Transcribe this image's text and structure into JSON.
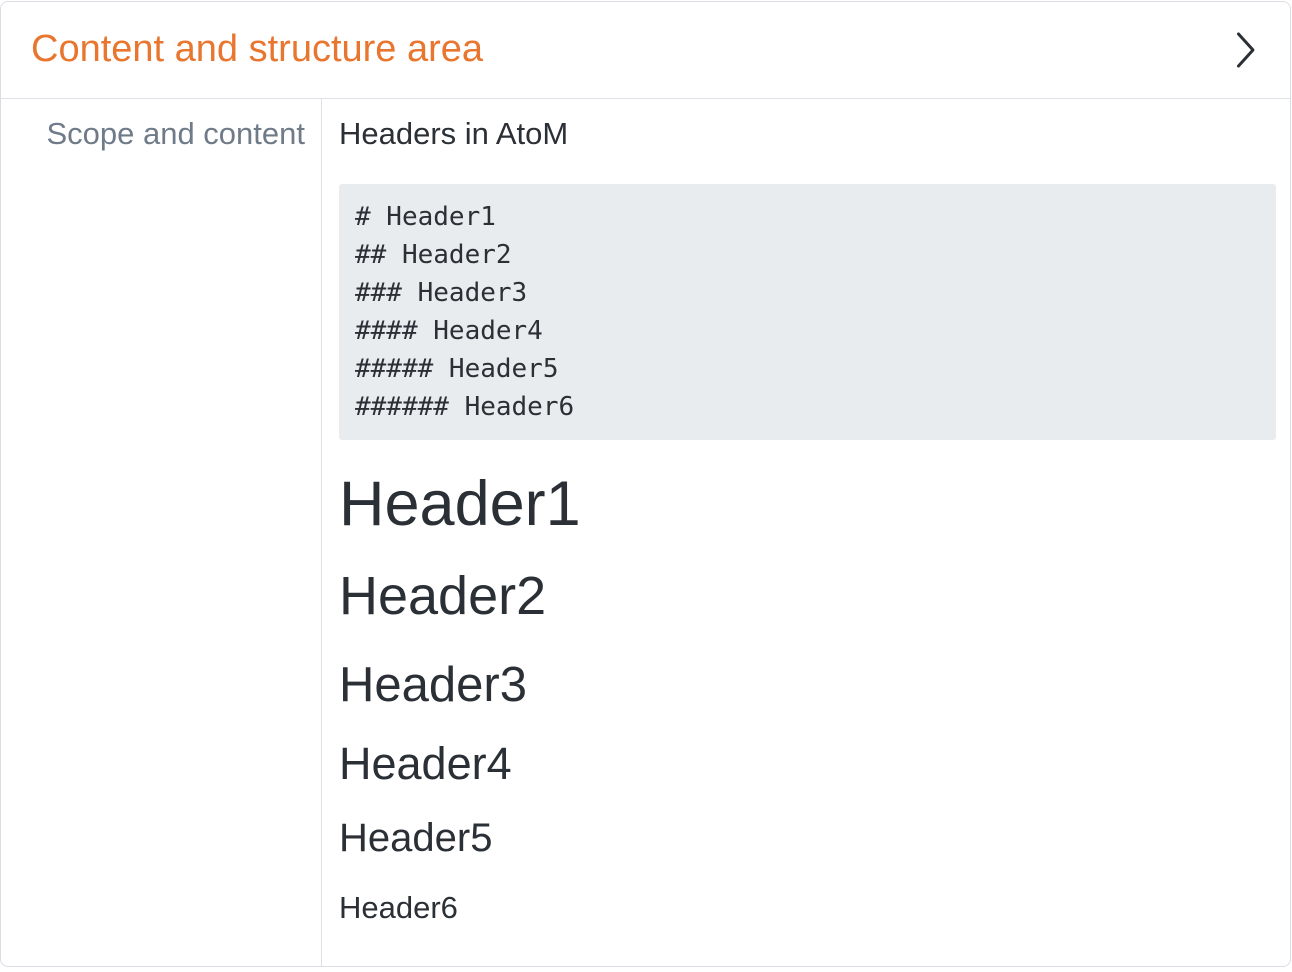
{
  "panel": {
    "header": {
      "title": "Content and structure area",
      "chevron_icon": "chevron-right"
    },
    "field": {
      "label": "Scope and content",
      "intro": "Headers in AtoM",
      "code_lines": [
        "# Header1",
        "## Header2",
        "### Header3",
        "#### Header4",
        "##### Header5",
        "###### Header6"
      ],
      "headings": [
        {
          "level": 1,
          "text": "Header1"
        },
        {
          "level": 2,
          "text": "Header2"
        },
        {
          "level": 3,
          "text": "Header3"
        },
        {
          "level": 4,
          "text": "Header4"
        },
        {
          "level": 5,
          "text": "Header5"
        },
        {
          "level": 6,
          "text": "Header6"
        }
      ]
    },
    "colors": {
      "accent_orange": "#e8762f",
      "label_gray": "#6f7b88",
      "text_dark": "#2b3036",
      "code_background": "#e9ecef",
      "border": "#dee2e6"
    }
  }
}
